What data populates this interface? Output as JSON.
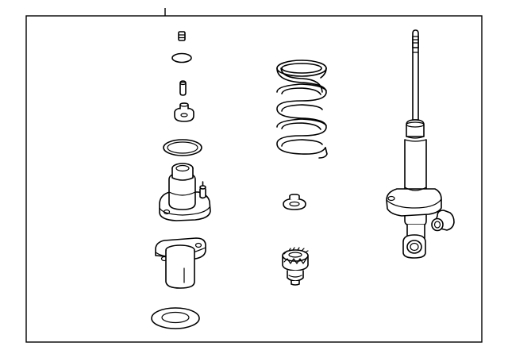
{
  "diagram": {
    "type": "exploded-parts-diagram",
    "background_color": "#ffffff",
    "line_color": "#000000",
    "parts": [
      {
        "id": "nut",
        "icon": "hex-nut-icon"
      },
      {
        "id": "washer-small",
        "icon": "washer-icon"
      },
      {
        "id": "collar",
        "icon": "collar-icon"
      },
      {
        "id": "bushing-top",
        "icon": "bushing-icon"
      },
      {
        "id": "mount-seal",
        "icon": "seal-ring-icon"
      },
      {
        "id": "strut-mount",
        "icon": "strut-mount-icon"
      },
      {
        "id": "spring-seat-upper",
        "icon": "spring-seat-icon"
      },
      {
        "id": "insulator-lower",
        "icon": "insulator-ring-icon"
      },
      {
        "id": "coil-spring",
        "icon": "coil-spring-icon"
      },
      {
        "id": "bump-stop-cap",
        "icon": "bump-cap-icon"
      },
      {
        "id": "bump-stop",
        "icon": "bump-stop-icon"
      },
      {
        "id": "shock-absorber",
        "icon": "shock-absorber-icon"
      },
      {
        "id": "lower-bushing",
        "icon": "bushing-icon"
      }
    ]
  }
}
